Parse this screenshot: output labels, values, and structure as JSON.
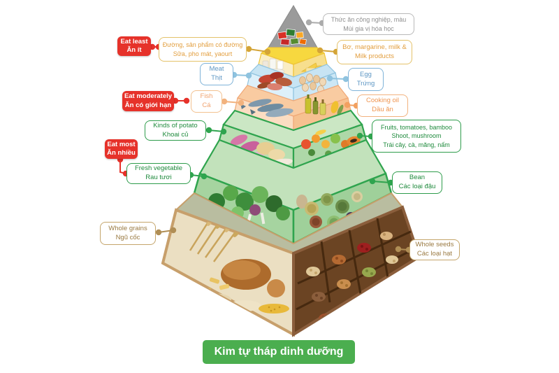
{
  "title": "Kim tự tháp dinh dưỡng",
  "badges": [
    {
      "id": "eat-least",
      "lines": [
        "Eat least",
        "Ăn ít"
      ]
    },
    {
      "id": "eat-moderately",
      "lines": [
        "Eat moderately",
        "Ăn có giới hạn"
      ]
    },
    {
      "id": "eat-most",
      "lines": [
        "Eat most",
        "Ăn nhiều"
      ]
    }
  ],
  "labels_left": [
    {
      "id": "sugar-dairy",
      "lines": [
        "Đường, sản phẩm có đường",
        "Sữa, pho mát, yaourt"
      ]
    },
    {
      "id": "meat",
      "lines": [
        "Meat",
        "Thịt"
      ]
    },
    {
      "id": "fish",
      "lines": [
        "Fish",
        "Cá"
      ]
    },
    {
      "id": "potato",
      "lines": [
        "Kinds of potato",
        "Khoai củ"
      ]
    },
    {
      "id": "fresh-vegetable",
      "lines": [
        "Fresh vegetable",
        "Rau tươi"
      ]
    },
    {
      "id": "whole-grains",
      "lines": [
        "Whole grains",
        "Ngũ cốc"
      ]
    }
  ],
  "labels_right": [
    {
      "id": "industrial-food",
      "lines": [
        "Thức ăn công nghiệp, màu",
        "Mùi gia vị hóa học"
      ]
    },
    {
      "id": "butter-milk",
      "lines": [
        "Bơ, margarine, milk &",
        "Milk products"
      ]
    },
    {
      "id": "egg",
      "lines": [
        "Egg",
        "Trứng"
      ]
    },
    {
      "id": "cooking-oil",
      "lines": [
        "Cooking oil",
        "Dầu ăn"
      ]
    },
    {
      "id": "fruits",
      "lines": [
        "Fruits, tomatoes, bamboo",
        "Shoot, mushroom",
        "Trái cây, cà, măng, nấm"
      ]
    },
    {
      "id": "bean",
      "lines": [
        "Bean",
        "Các loại đậu"
      ]
    },
    {
      "id": "whole-seeds",
      "lines": [
        "Whole seeds",
        "Các loại hạt"
      ]
    }
  ],
  "tiers": [
    {
      "name": "industrial-foods",
      "color": "#9B9B9B"
    },
    {
      "name": "sugar-dairy",
      "color": "#F7D83F"
    },
    {
      "name": "meat-eggs",
      "color": "#C7E4F3"
    },
    {
      "name": "fish-oil",
      "color": "#F9CBA1"
    },
    {
      "name": "potato-fruits",
      "color": "#CBE7C4"
    },
    {
      "name": "vegetables-beans",
      "color": "#2FA44E"
    },
    {
      "name": "grains-seeds",
      "color": "#C79F6B"
    }
  ],
  "palette": {
    "badge_red": "#E6322A",
    "title_green": "#4BAE4F",
    "label_gold": "#E29E3E",
    "label_blue": "#5E97C4",
    "label_salmon": "#F0A370",
    "label_orange": "#EF9550",
    "label_green": "#1E8A3C",
    "label_gray": "#8F8F8F",
    "label_tan": "#9A7A42"
  }
}
